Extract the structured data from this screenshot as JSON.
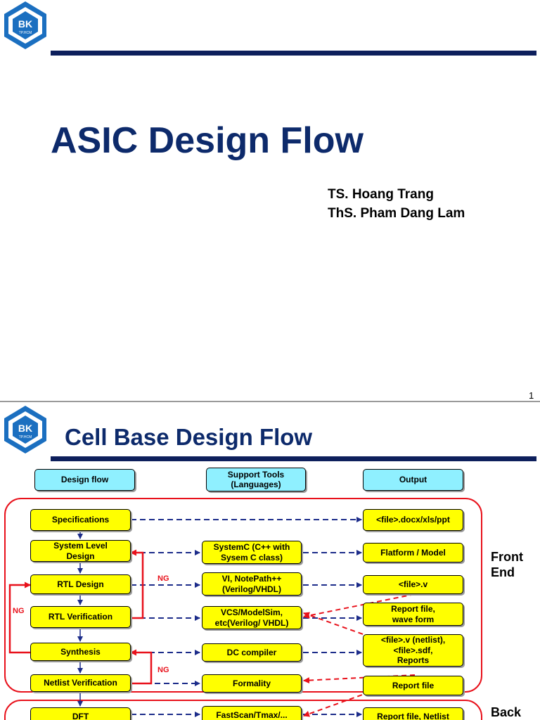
{
  "slide1": {
    "logo": {
      "text": "BK",
      "subtext": "TP.HCM"
    },
    "title": "ASIC Design Flow",
    "authors": [
      "TS. Hoang Trang",
      "ThS. Pham Dang Lam"
    ],
    "page_number": "1"
  },
  "slide2": {
    "logo": {
      "text": "BK",
      "subtext": "TP.HCM"
    },
    "title": "Cell Base Design Flow",
    "headers": {
      "design_flow": "Design flow",
      "support_tools": "Support Tools\n(Languages)",
      "output": "Output"
    },
    "flow_steps": [
      "Specifications",
      "System Level\nDesign",
      "RTL Design",
      "RTL Verification",
      "Synthesis",
      "Netlist Verification",
      "DFT"
    ],
    "tools": [
      "SystemC (C++ with\nSysem C class)",
      "VI, NotePath++\n(Verilog/VHDL)",
      "VCS/ModelSim,\netc(Verilog/ VHDL)",
      "DC compiler",
      "Formality",
      "FastScan/Tmax/..."
    ],
    "outputs": [
      "<file>.docx/xls/ppt",
      "Flatform / Model",
      "<file>.v",
      "Report file,\nwave form",
      "<file>.v (netlist),\n<file>.sdf,\nReports",
      "Report file",
      "Report file, Netlist"
    ],
    "ng_labels": [
      "NG",
      "NG",
      "NG"
    ],
    "front_end_label": "Front\nEnd",
    "back_end_label": "Back"
  },
  "colors": {
    "title": "#0d2a6b",
    "bar": "#0d1f5c",
    "flow_box": "#ffff00",
    "header_box": "#8ff0ff",
    "region": "#e8111b",
    "arrow": "#1c2c8a"
  }
}
